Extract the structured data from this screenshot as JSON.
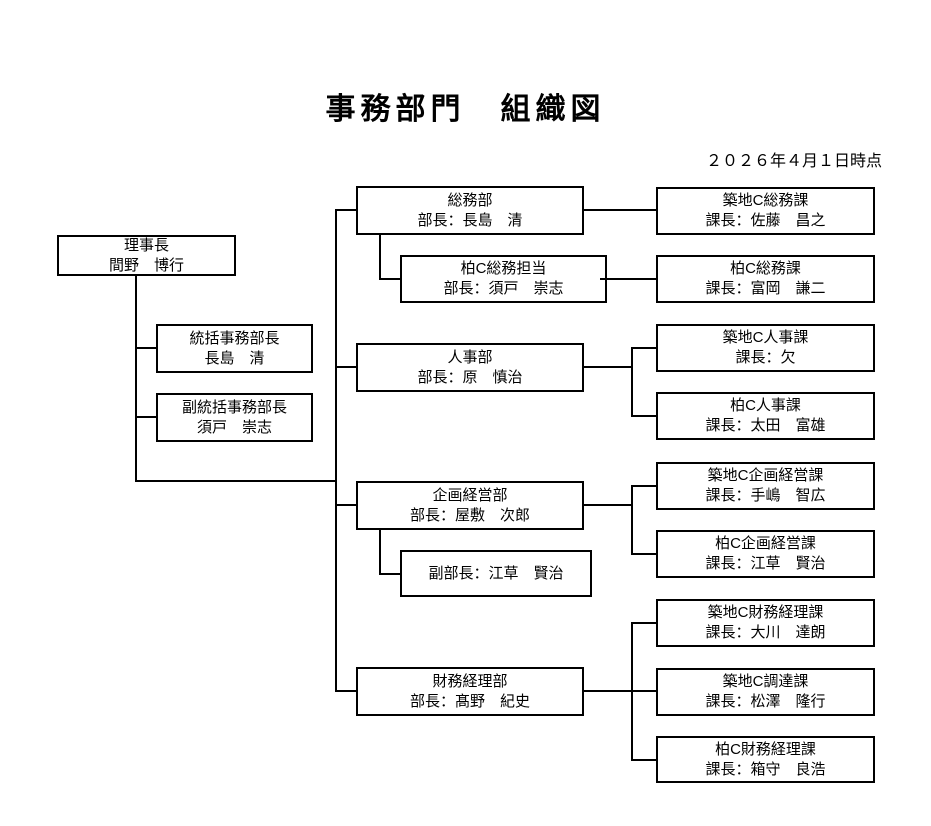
{
  "title": "事務部門　組織図",
  "date_note": "２０２６年４月１日時点",
  "colors": {
    "background": "#ffffff",
    "box_fill": "#ffffff",
    "box_border": "#000000",
    "connector_line": "#000000",
    "text": "#000000"
  },
  "boxes": {
    "chairman": {
      "line1": "理事長",
      "line2": "間野　博行"
    },
    "chief_admin": {
      "line1": "統括事務部長",
      "line2": "長島　清"
    },
    "deputy_chief_admin": {
      "line1": "副統括事務部長",
      "line2": "須戸　崇志"
    },
    "general_affairs_dept": {
      "line1": "総務部",
      "line2": "部長：長島　清"
    },
    "kashiwa_ga_charge": {
      "line1": "柏C総務担当",
      "line2": "部長：須戸　崇志"
    },
    "hr_dept": {
      "line1": "人事部",
      "line2": "部長：原　慎治"
    },
    "planning_dept": {
      "line1": "企画経営部",
      "line2": "部長：屋敷　次郎"
    },
    "planning_deputy": {
      "line1": "副部長：江草　賢治"
    },
    "finance_dept": {
      "line1": "財務経理部",
      "line2": "部長：髙野　紀史"
    },
    "tsukiji_ga_sec": {
      "line1": "築地C総務課",
      "line2": "課長：佐藤　昌之"
    },
    "kashiwa_ga_sec": {
      "line1": "柏C総務課",
      "line2": "課長：富岡　謙二"
    },
    "tsukiji_hr_sec": {
      "line1": "築地C人事課",
      "line2": "課長：欠"
    },
    "kashiwa_hr_sec": {
      "line1": "柏C人事課",
      "line2": "課長：太田　富雄"
    },
    "tsukiji_plan_sec": {
      "line1": "築地C企画経営課",
      "line2": "課長：手嶋　智広"
    },
    "kashiwa_plan_sec": {
      "line1": "柏C企画経営課",
      "line2": "課長：江草　賢治"
    },
    "tsukiji_fin_sec": {
      "line1": "築地C財務経理課",
      "line2": "課長：大川　達朗"
    },
    "tsukiji_proc_sec": {
      "line1": "築地C調達課",
      "line2": "課長：松澤　隆行"
    },
    "kashiwa_fin_sec": {
      "line1": "柏C財務経理課",
      "line2": "課長：箱守　良浩"
    }
  }
}
